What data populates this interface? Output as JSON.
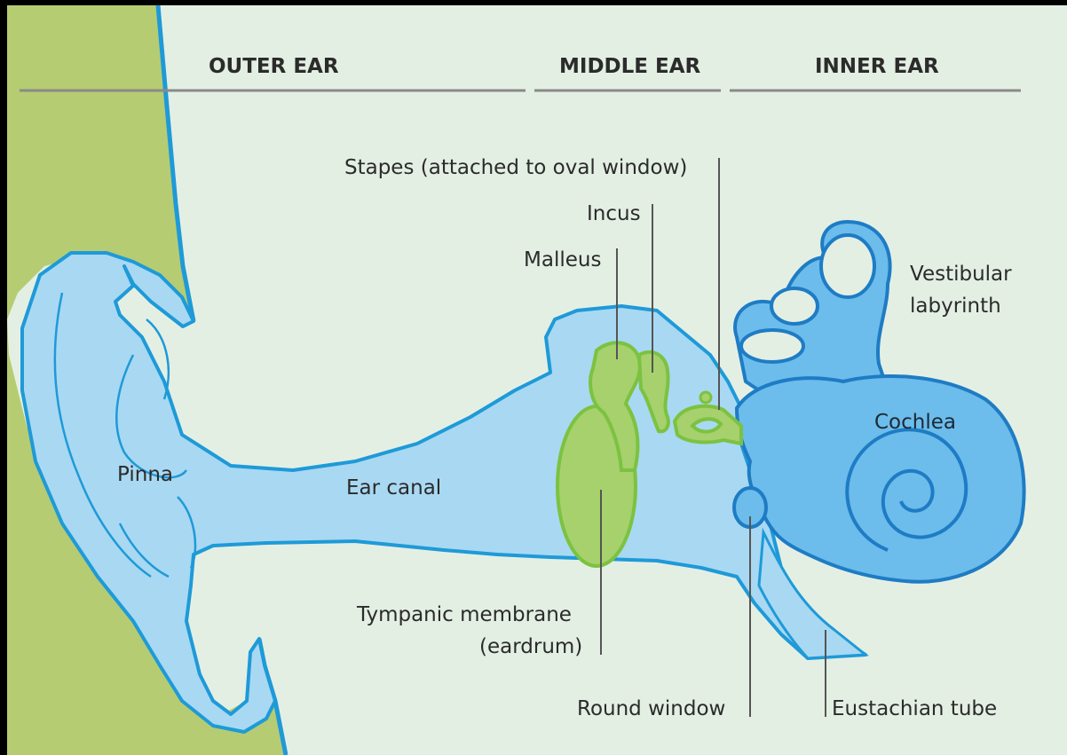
{
  "sections": {
    "outer": "OUTER EAR",
    "middle": "MIDDLE EAR",
    "inner": "INNER EAR"
  },
  "labels": {
    "stapes": "Stapes (attached to oval window)",
    "incus": "Incus",
    "malleus": "Malleus",
    "vestibular_1": "Vestibular",
    "vestibular_2": "labyrinth",
    "cochlea": "Cochlea",
    "pinna": "Pinna",
    "ear_canal": "Ear canal",
    "tympanic_1": "Tympanic membrane",
    "tympanic_2": "(eardrum)",
    "round_window": "Round window",
    "eustachian": "Eustachian tube"
  },
  "colors": {
    "background": "#e4efe4",
    "skin": "#b6cc72",
    "outline_blue": "#1e9ad8",
    "light_blue": "#a9d8f2",
    "inner_blue": "#6cbcec",
    "ossicle_green": "#a6d16c",
    "ossicle_stroke": "#7cc241",
    "divider": "#8a8a8a"
  }
}
